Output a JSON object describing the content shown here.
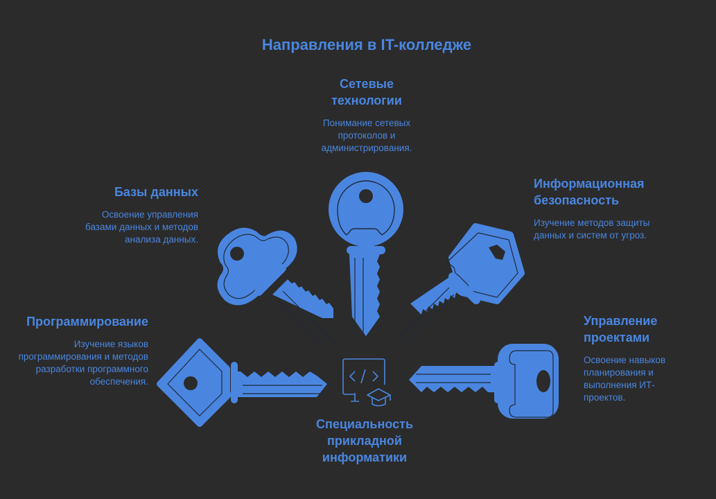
{
  "title": "Направления в IT-колледже",
  "colors": {
    "background": "#2b2b2b",
    "accent": "#4a86e0",
    "outline": "#1f2a3a"
  },
  "center": {
    "icon": "computer-code-graduation-cap-icon",
    "label": "Специальность прикладной информатики"
  },
  "directions": [
    {
      "id": "programming",
      "icon": "diamond-key-icon",
      "title": "Программирование",
      "description": "Изучение языков программирования и методов разработки программного обеспечения."
    },
    {
      "id": "databases",
      "icon": "clover-key-icon",
      "title": "Базы данных",
      "description": "Освоение управления базами данных и методов анализа данных."
    },
    {
      "id": "networks",
      "icon": "round-key-icon",
      "title": "Сетевые технологии",
      "description": "Понимание сетевых протоколов и администрирования."
    },
    {
      "id": "security",
      "icon": "hexagon-key-icon",
      "title": "Информационная безопасность",
      "description": "Изучение методов защиты данных и систем от угроз."
    },
    {
      "id": "project-management",
      "icon": "rounded-square-key-icon",
      "title": "Управление проектами",
      "description": "Освоение навыков планирования и выполнения ИТ-проектов."
    }
  ]
}
